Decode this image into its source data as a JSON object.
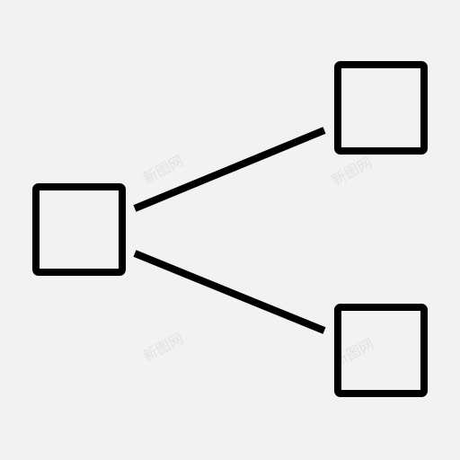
{
  "icon": {
    "name": "share-network-icon",
    "stroke_color": "#000000",
    "background_color": "#f3f2f2"
  },
  "watermarks": [
    {
      "text": "新图网"
    },
    {
      "text": "新图网"
    },
    {
      "text": "新图网"
    },
    {
      "text": "新图网"
    }
  ]
}
